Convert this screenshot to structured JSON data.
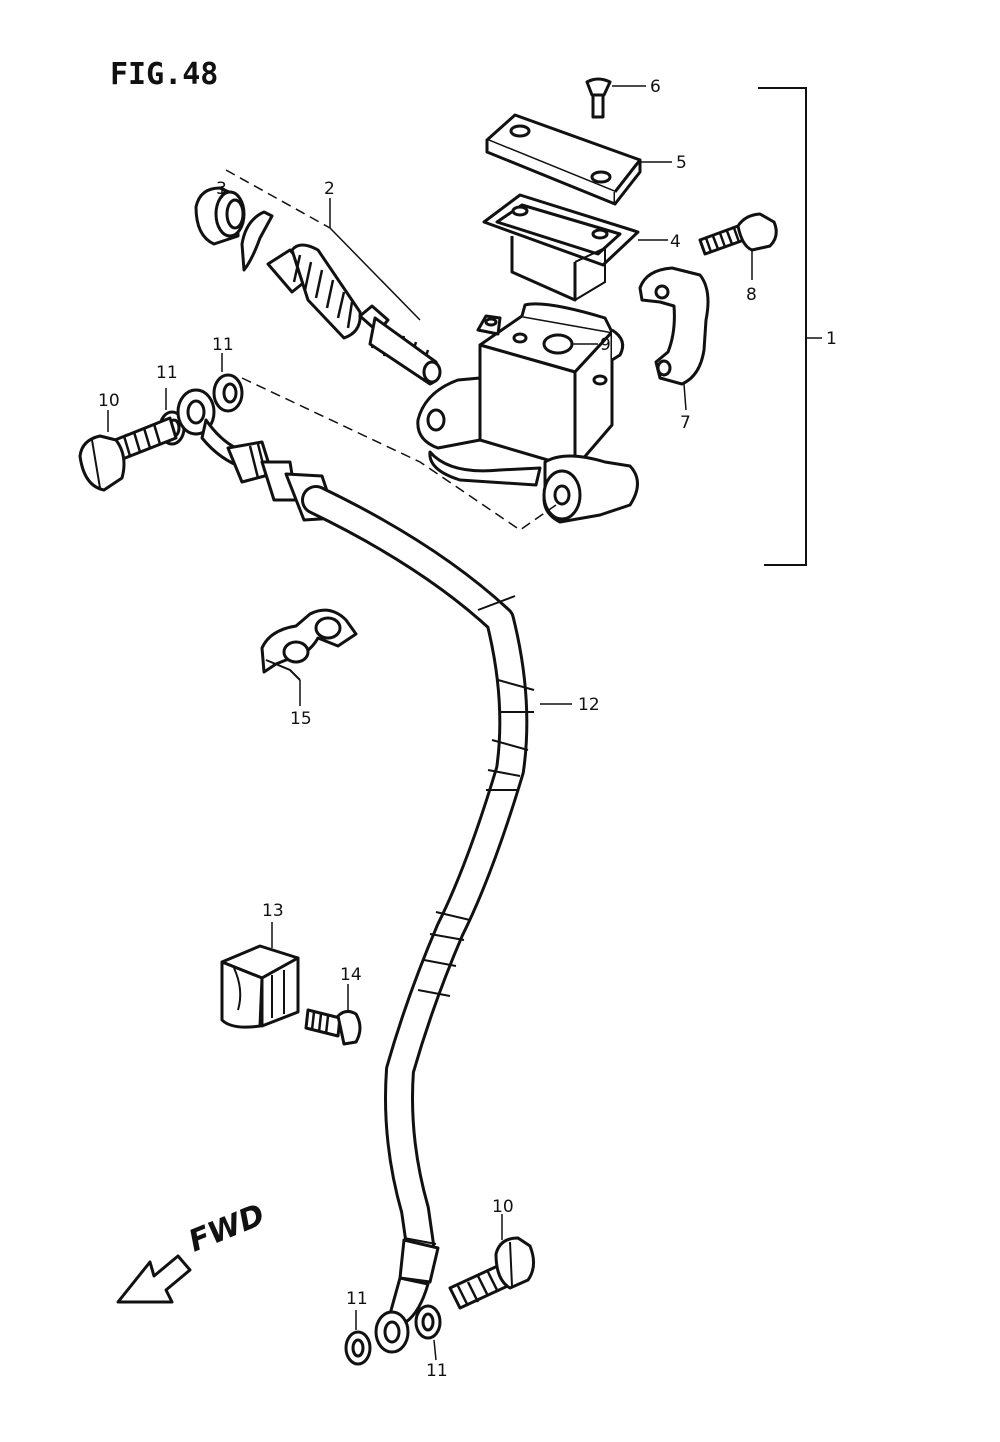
{
  "figure": {
    "title": "FIG.48"
  },
  "direction": {
    "label": "FWD"
  },
  "callouts": [
    {
      "id": "c1",
      "label": "1"
    },
    {
      "id": "c2",
      "label": "2"
    },
    {
      "id": "c3",
      "label": "3"
    },
    {
      "id": "c4",
      "label": "4"
    },
    {
      "id": "c5",
      "label": "5"
    },
    {
      "id": "c6",
      "label": "6"
    },
    {
      "id": "c7",
      "label": "7"
    },
    {
      "id": "c8",
      "label": "8"
    },
    {
      "id": "c9",
      "label": "9"
    },
    {
      "id": "c10a",
      "label": "10"
    },
    {
      "id": "c10b",
      "label": "10"
    },
    {
      "id": "c11a",
      "label": "11"
    },
    {
      "id": "c11b",
      "label": "11"
    },
    {
      "id": "c11c",
      "label": "11"
    },
    {
      "id": "c11d",
      "label": "11"
    },
    {
      "id": "c12",
      "label": "12"
    },
    {
      "id": "c13",
      "label": "13"
    },
    {
      "id": "c14",
      "label": "14"
    },
    {
      "id": "c15",
      "label": "15"
    }
  ]
}
